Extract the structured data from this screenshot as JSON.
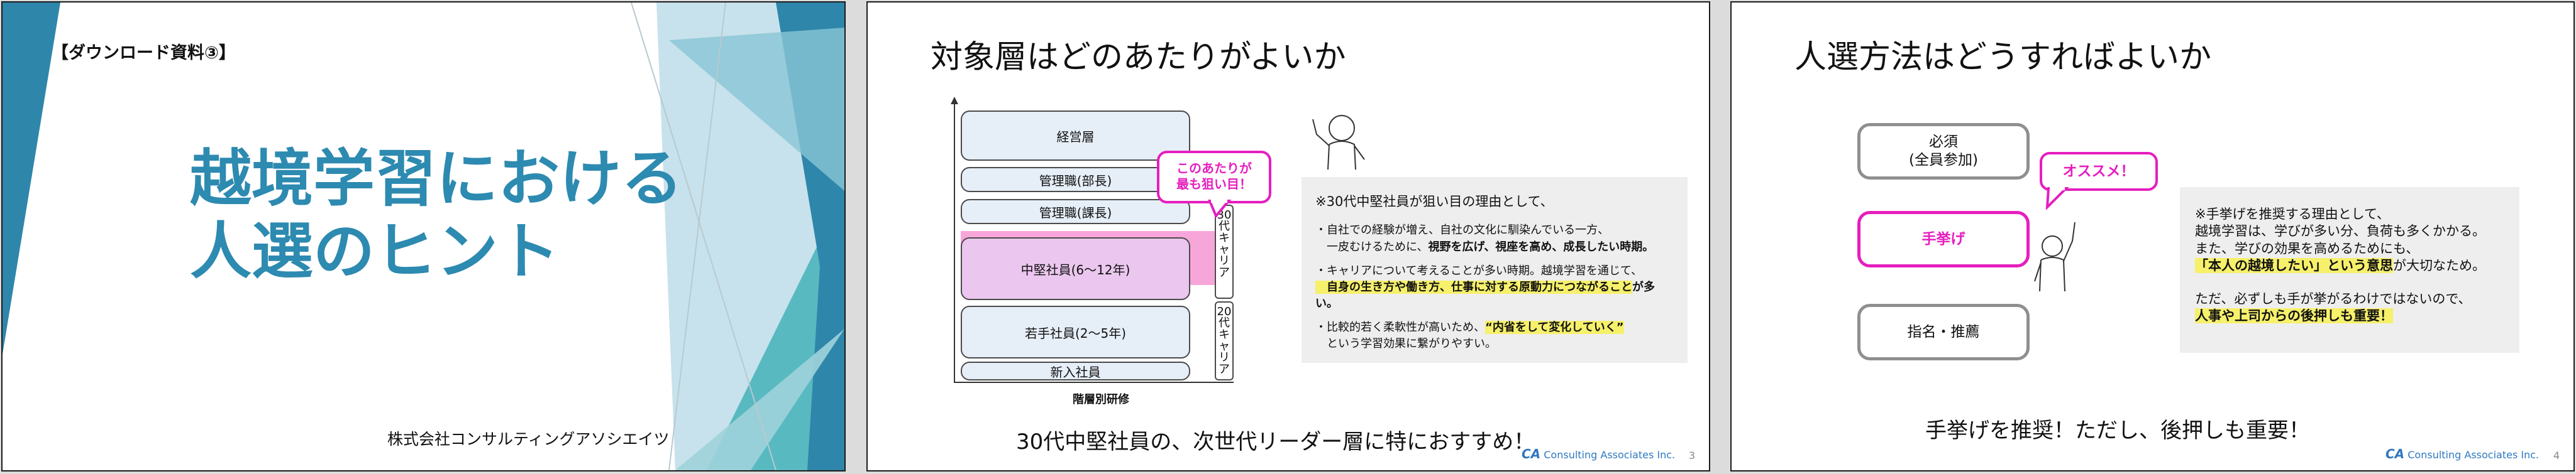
{
  "slides": [
    {
      "tag": "【ダウンロード資料③】",
      "title_lines": [
        "越境学習における",
        "人選のヒント"
      ],
      "company": "株式会社コンサルティングアソシエイツ"
    },
    {
      "title": "対象層はどのあたりがよいか",
      "levels": [
        "経営層",
        "管理職(部長)",
        "管理職(課長)",
        "中堅社員(6〜12年)",
        "若手社員(2〜5年)",
        "新入社員"
      ],
      "career_30": "30代キャリア",
      "career_20": "20代キャリア",
      "axis_label": "階層別研修",
      "bubble_lines": [
        "このあたりが",
        "最も狙い目！"
      ],
      "notes": {
        "heading": "※30代中堅社員が狙い目の理由として、",
        "p1_line1": "・自社での経験が増え、自社の文化に馴染んでいる一方、",
        "p1_line2a": "　一皮むけるために、",
        "p1_line2b": "視野を広げ、視座を高め、成長したい時期。",
        "p2_line1": "・キャリアについて考えることが多い時期。越境学習を通じて、",
        "p2_line2a": "　自身の生き方や働き方、仕事に対する原動力につながること",
        "p2_line2b": "が多い。",
        "p3_line1a": "・比較的若く柔軟性が高いため、",
        "p3_line1b": "“内省をして変化していく”",
        "p3_line2": "　という学習効果に繋がりやすい。"
      },
      "caption": "30代中堅社員の、次世代リーダー層に特におすすめ！",
      "footer_logo": "CA",
      "footer_brand": "Consulting Associates Inc.",
      "page_number": "3"
    },
    {
      "title": "人選方法はどうすればよいか",
      "options": [
        {
          "line1": "必須",
          "line2": "(全員参加)"
        },
        {
          "line1": "手挙げ",
          "line2": ""
        },
        {
          "line1": "指名・推薦",
          "line2": ""
        }
      ],
      "bubble": "オススメ！",
      "notes": {
        "l1": "※手挙げを推奨する理由として、",
        "l2": "越境学習は、学びが多い分、負荷も多くかかる。",
        "l3": "また、学びの効果を高めるためにも、",
        "l4a": "「本人の越境したい」という意思",
        "l4b": "が大切なため。",
        "l5": "ただ、必ずしも手が挙がるわけではないので、",
        "l6a": "人事や上司からの後押しも重要！"
      },
      "caption": "手挙げを推奨！ただし、後押しも重要！",
      "footer_logo": "CA",
      "footer_brand": "Consulting Associates Inc.",
      "page_number": "4"
    }
  ],
  "colors": {
    "title_blue": "#2d8ab0",
    "accent_pink": "#e61ebf",
    "highlight_yellow": "#f6f06b",
    "band_pink": "#f7a6da"
  }
}
